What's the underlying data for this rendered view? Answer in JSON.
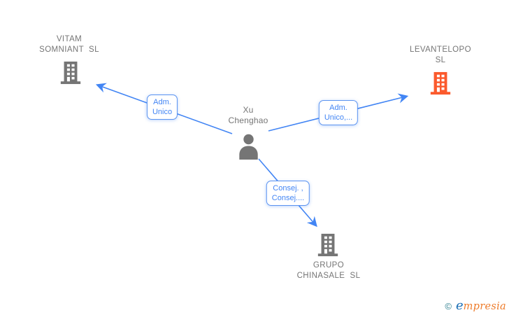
{
  "diagram": {
    "person": {
      "line1": "Xu",
      "line2": "Chenghao"
    },
    "companies": [
      {
        "line1": "VITAM",
        "line2": "SOMNIANT  SL",
        "icon_color": "#757575"
      },
      {
        "line1": "LEVANTELOPO",
        "line2": "SL",
        "icon_color": "#fb5a2d"
      },
      {
        "line1": "GRUPO",
        "line2": "CHINASALE  SL",
        "icon_color": "#757575"
      }
    ],
    "edge_labels": [
      {
        "line1": "Adm.",
        "line2": "Unico"
      },
      {
        "line1": "Adm.",
        "line2": "Unico,..."
      },
      {
        "line1": "Consej. ,",
        "line2": "Consej...."
      }
    ]
  },
  "footer": {
    "copyright": "©",
    "brand_first": "e",
    "brand_rest": "mpresia"
  },
  "colors": {
    "edge_blue": "#4285f4",
    "text_gray": "#757575",
    "building_gray": "#757575",
    "building_orange": "#fb5a2d",
    "logo_teal": "#2e7f8f",
    "logo_blue": "#1b6fb5",
    "logo_orange": "#ee7c2b"
  }
}
